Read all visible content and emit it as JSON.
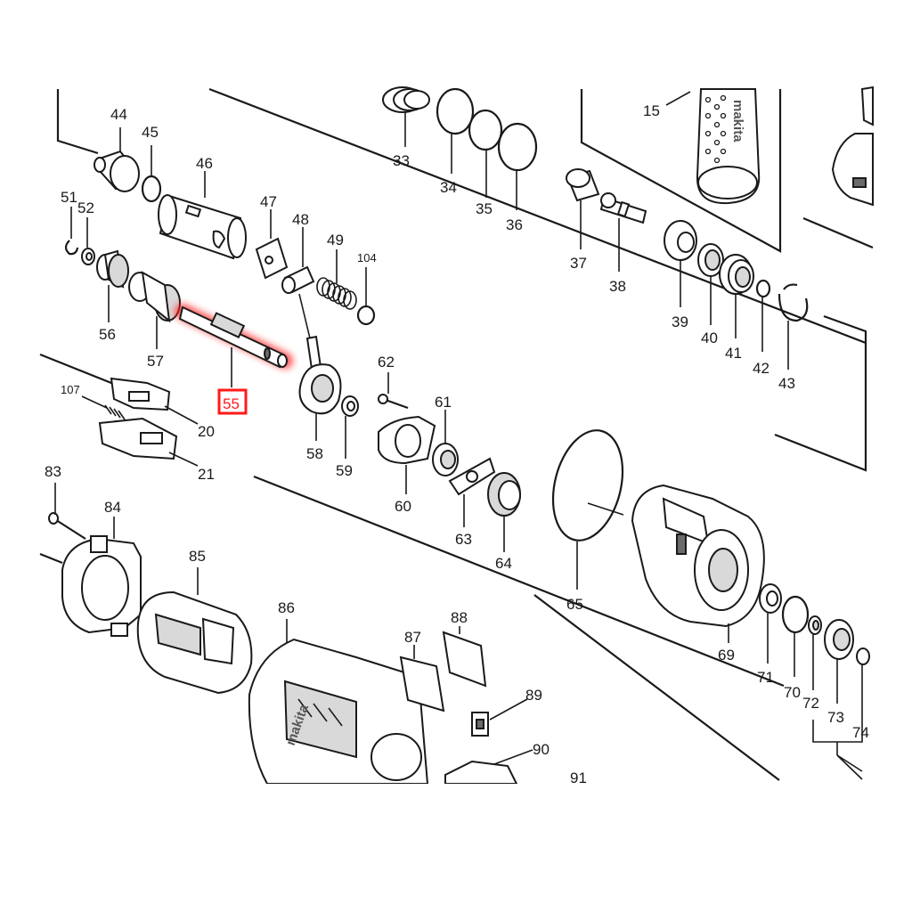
{
  "highlight_color": "#ff1a1a",
  "brand_logo": "makita",
  "highlighted_part": "55",
  "labels": {
    "p15": "15",
    "p20": "20",
    "p21": "21",
    "p33": "33",
    "p34": "34",
    "p35": "35",
    "p36": "36",
    "p37": "37",
    "p38": "38",
    "p39": "39",
    "p40": "40",
    "p41": "41",
    "p42": "42",
    "p43": "43",
    "p44": "44",
    "p45": "45",
    "p46": "46",
    "p47": "47",
    "p48": "48",
    "p49": "49",
    "p51": "51",
    "p52": "52",
    "p55": "55",
    "p56": "56",
    "p57": "57",
    "p58": "58",
    "p59": "59",
    "p60": "60",
    "p61": "61",
    "p62": "62",
    "p63": "63",
    "p64": "64",
    "p65": "65",
    "p69": "69",
    "p70": "70",
    "p71": "71",
    "p72": "72",
    "p73": "73",
    "p74": "74",
    "p83": "83",
    "p84": "84",
    "p85": "85",
    "p86": "86",
    "p87": "87",
    "p88": "88",
    "p89": "89",
    "p90": "90",
    "p91": "91",
    "p104": "104",
    "p107": "107"
  }
}
